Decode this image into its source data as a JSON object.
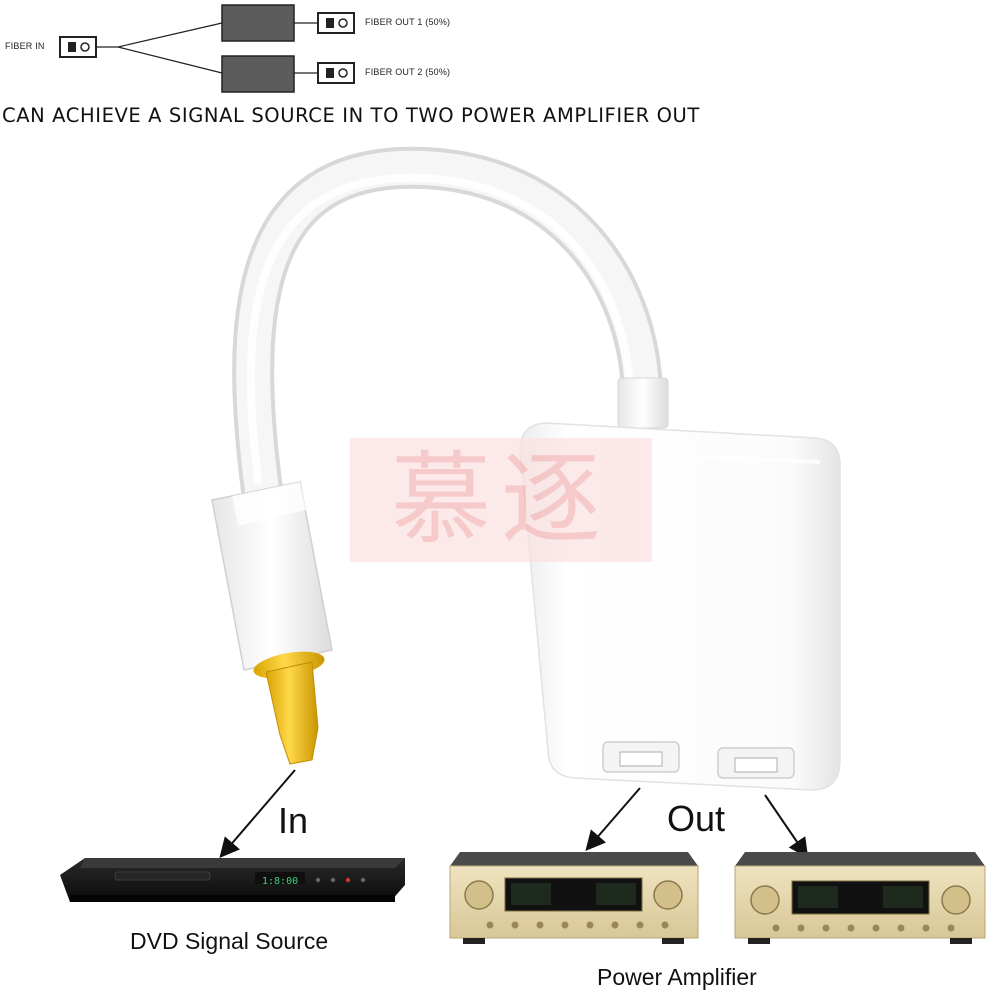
{
  "diagram": {
    "fiber_in_label": "FIBER IN",
    "fiber_out_1_label": "FIBER OUT 1 (50%)",
    "fiber_out_2_label": "FIBER OUT 2 (50%)"
  },
  "headline": "CAN ACHIEVE A SIGNAL SOURCE IN TO TWO POWER AMPLIFIER OUT",
  "watermark": "慕逐",
  "labels": {
    "in": "In",
    "out": "Out",
    "dvd_caption": "DVD Signal Source",
    "amp_caption": "Power Amplifier",
    "dvd_display": "1:8:00"
  },
  "colors": {
    "plug_tip": "#f2c21c",
    "cable": "#f2f2f2",
    "amp_face": "#e6d7ad",
    "dvd_body": "#161616",
    "watermark": "#f5c5c5"
  }
}
